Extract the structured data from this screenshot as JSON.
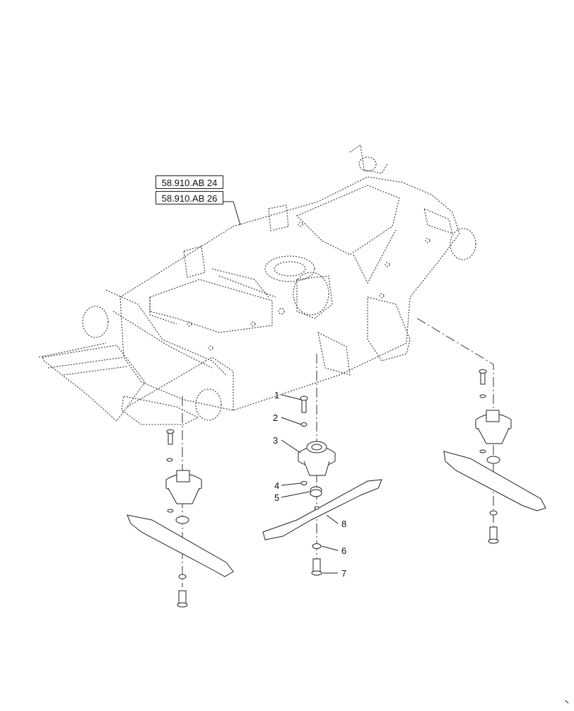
{
  "references": {
    "ref_1": "58.910.AB 24",
    "ref_2": "58.910.AB 26"
  },
  "callouts": [
    "1",
    "2",
    "3",
    "4",
    "5",
    "6",
    "7",
    "8"
  ]
}
